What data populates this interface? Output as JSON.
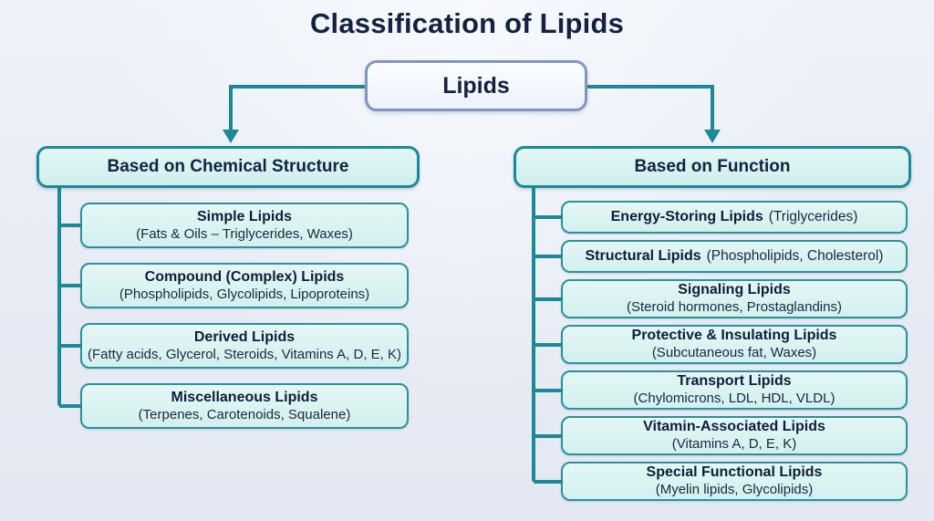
{
  "title": "Classification of Lipids",
  "root": {
    "label": "Lipids"
  },
  "colors": {
    "teal": "#1b8a94",
    "box_fill": "#d9f3f1",
    "root_border": "#8196bd",
    "text_dark": "#15223f",
    "background": "#e8ecf4"
  },
  "branches": [
    {
      "header": "Based on Chemical Structure",
      "items": [
        {
          "title": "Simple Lipids",
          "detail": "(Fats & Oils – Triglycerides, Waxes)"
        },
        {
          "title": "Compound (Complex) Lipids",
          "detail": "(Phospholipids, Glycolipids, Lipoproteins)"
        },
        {
          "title": "Derived Lipids",
          "detail": "(Fatty acids, Glycerol, Steroids, Vitamins A, D, E, K)"
        },
        {
          "title": "Miscellaneous Lipids",
          "detail": "(Terpenes, Carotenoids, Squalene)"
        }
      ]
    },
    {
      "header": "Based on Function",
      "items": [
        {
          "title": "Energy-Storing Lipids",
          "detail": "(Triglycerides)",
          "single_line": true
        },
        {
          "title": "Structural Lipids",
          "detail": "(Phospholipids, Cholesterol)",
          "single_line": true
        },
        {
          "title": "Signaling Lipids",
          "detail": "(Steroid hormones, Prostaglandins)"
        },
        {
          "title": "Protective & Insulating Lipids",
          "detail": "(Subcutaneous fat, Waxes)"
        },
        {
          "title": "Transport Lipids",
          "detail": "(Chylomicrons, LDL, HDL, VLDL)"
        },
        {
          "title": "Vitamin-Associated Lipids",
          "detail": "(Vitamins A, D, E, K)"
        },
        {
          "title": "Special Functional Lipids",
          "detail": "(Myelin lipids, Glycolipids)"
        }
      ]
    }
  ]
}
